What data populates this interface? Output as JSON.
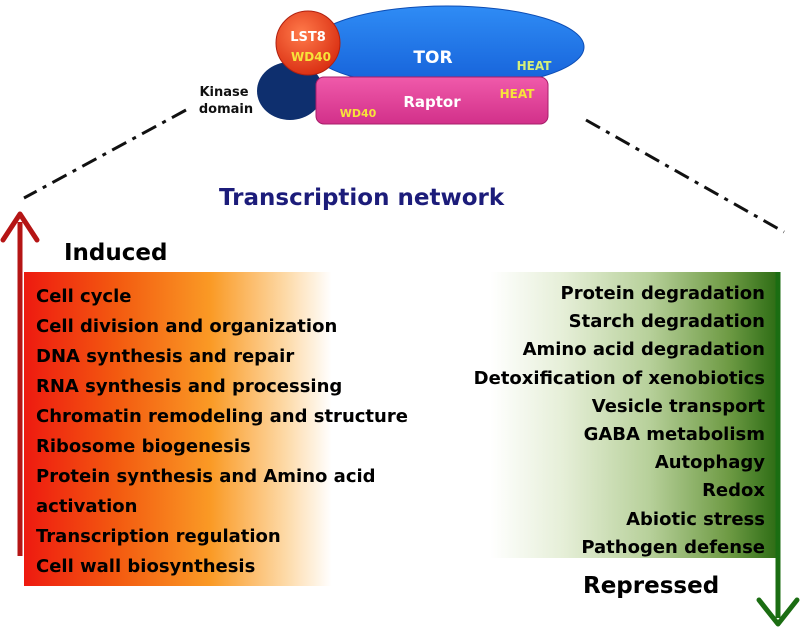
{
  "colors": {
    "tor": "#1a72e8",
    "lst8": "#e8401c",
    "raptor": "#e0409a",
    "kinase": "#0e2f6e",
    "wd40_text": "#f7e33a",
    "heat_text": "#d4f07a",
    "title": "#1c1c7a",
    "induced_arrow": "#b51515",
    "repressed_arrow": "#1b6d12"
  },
  "complex": {
    "lst8": "LST8",
    "lst8_wd40": "WD40",
    "tor": "TOR",
    "tor_heat": "HEAT",
    "raptor": "Raptor",
    "raptor_heat": "HEAT",
    "raptor_wd40": "WD40",
    "kinase_line1": "Kinase",
    "kinase_line2": "domain"
  },
  "network_title": "Transcription network",
  "induced": {
    "heading": "Induced",
    "items": [
      "Cell cycle",
      "Cell division and organization",
      "DNA synthesis and repair",
      "RNA synthesis and processing",
      "Chromatin remodeling and structure",
      "Ribosome biogenesis",
      "Protein synthesis and Amino acid",
      "activation",
      "Transcription regulation",
      "Cell wall biosynthesis"
    ]
  },
  "repressed": {
    "heading": "Repressed",
    "items": [
      "Protein degradation",
      "Starch degradation",
      "Amino acid degradation",
      "Detoxification of xenobiotics",
      "Vesicle transport",
      "GABA metabolism",
      "Autophagy",
      "Redox",
      "Abiotic stress",
      "Pathogen defense"
    ]
  }
}
